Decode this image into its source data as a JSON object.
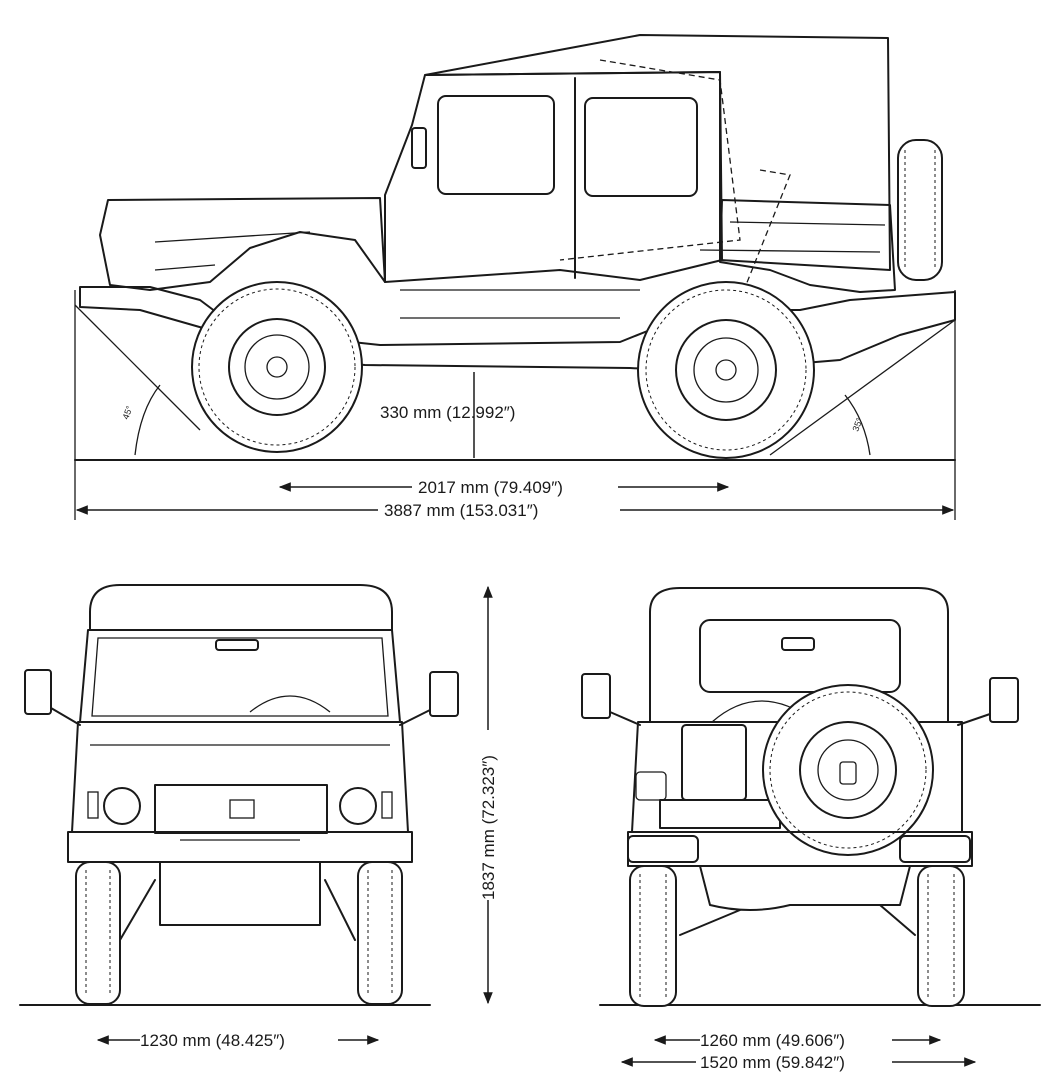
{
  "dimensions": {
    "ground_clearance": "330 mm (12.992″)",
    "wheelbase": "2017 mm (79.409″)",
    "overall_length": "3887 mm (153.031″)",
    "overall_height": "1837 mm (72.323″)",
    "front_track": "1230 mm (48.425″)",
    "rear_track": "1260 mm (49.606″)",
    "overall_width": "1520 mm (59.842″)"
  },
  "angles": {
    "approach": "45°",
    "departure": "35°"
  },
  "colors": {
    "ink": "#1a1a1a",
    "paper": "#ffffff"
  }
}
